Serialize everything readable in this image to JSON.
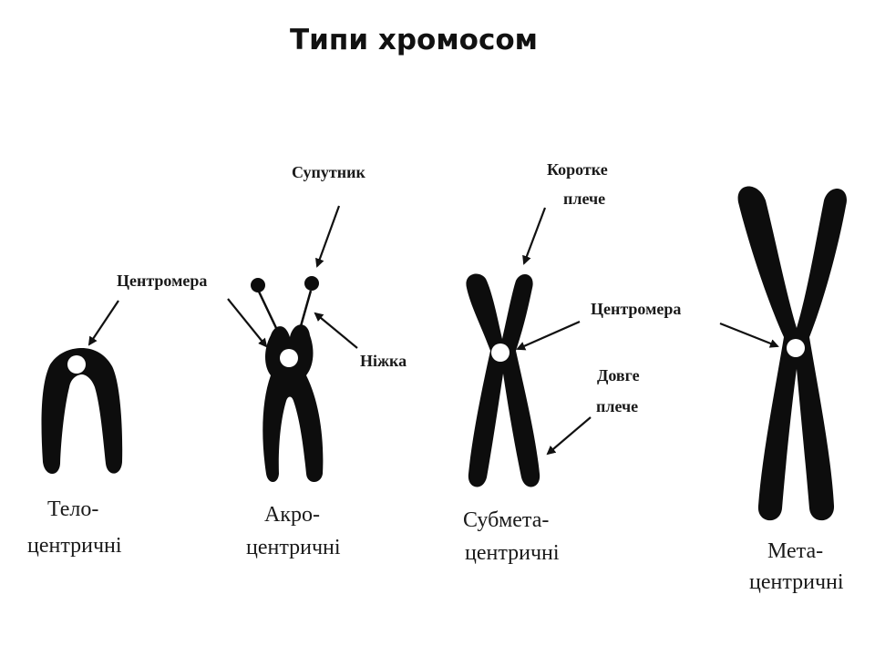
{
  "title": "Типи хромосом",
  "labels": {
    "centromere_left": "Центромера",
    "satellite": "Супутник",
    "stalk": "Ніжка",
    "short_arm_1": "Коротке",
    "short_arm_2": "плече",
    "centromere_right": "Центромера",
    "long_arm_1": "Довге",
    "long_arm_2": "плече"
  },
  "types": [
    {
      "line1": "Тело-",
      "line2": "центричні"
    },
    {
      "line1": "Акро-",
      "line2": "центричні"
    },
    {
      "line1": "Субмета-",
      "line2": "центричні"
    },
    {
      "line1": "Мета-",
      "line2": "центричні"
    }
  ]
}
